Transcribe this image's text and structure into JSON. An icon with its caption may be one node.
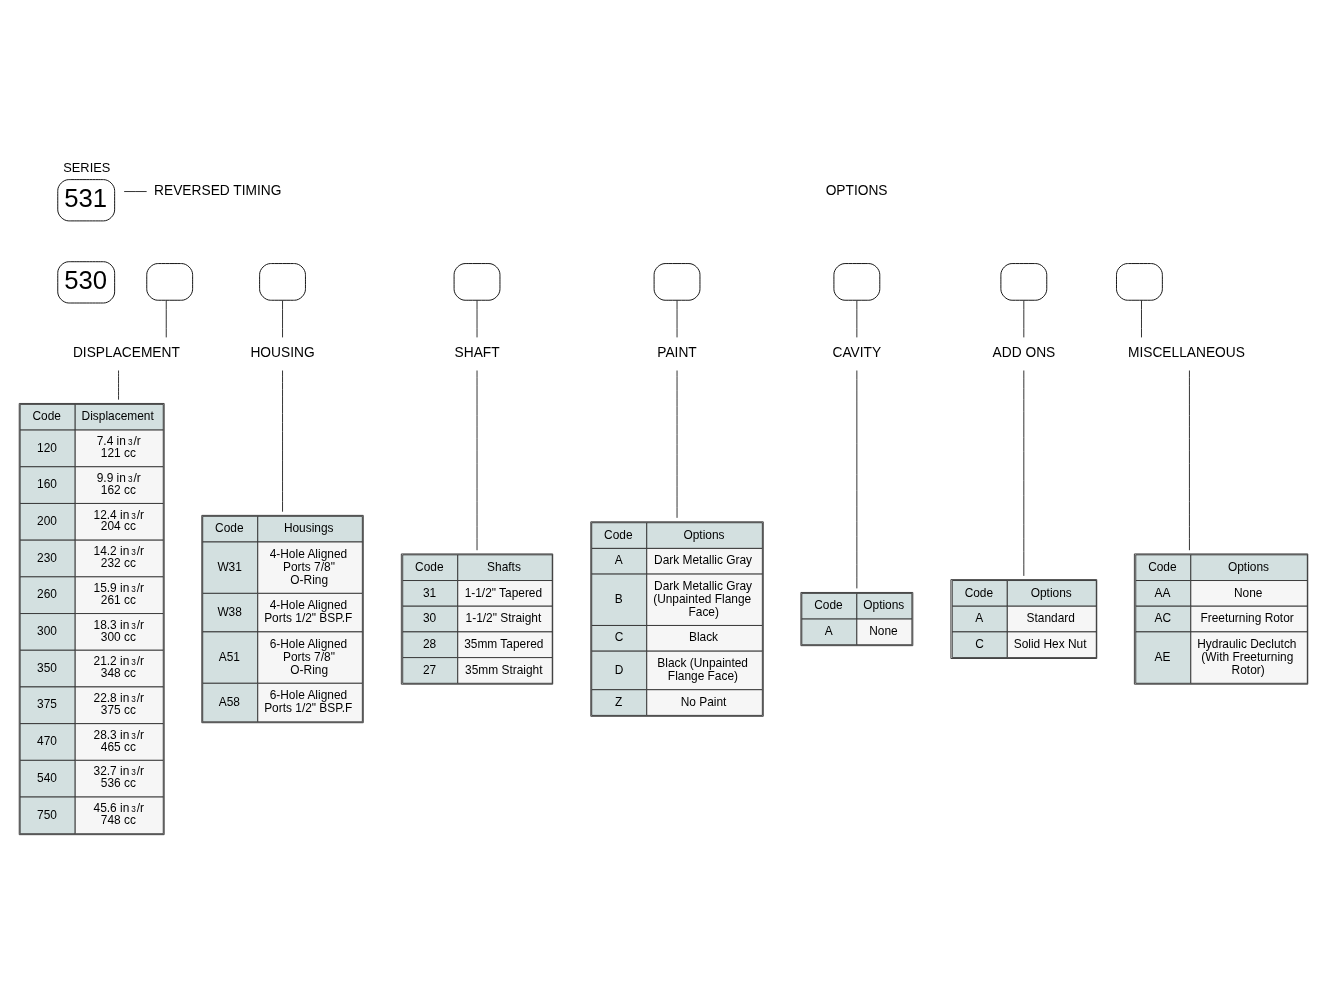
{
  "diagram": {
    "nodes": [
      {
        "text": [
          "531"
        ],
        "beside": [
          "SERIES"
        ]
      },
      {
        "text": [
          "REVERSED TIMING"
        ]
      },
      {
        "text": [
          "530"
        ]
      },
      {
        "text": [],
        "shape": "box"
      },
      {
        "text": [],
        "shape": "box"
      },
      {
        "text": [],
        "shape": "box"
      },
      {
        "text": [],
        "shape": "box"
      },
      {
        "text": [],
        "shape": "box"
      },
      {
        "text": [],
        "shape": "box"
      },
      {
        "text": [],
        "shape": "box"
      },
      {
        "text": [
          "DISPLACEMENT"
        ]
      },
      {
        "text": [
          "HOUSING"
        ]
      },
      {
        "text": [
          "SHAFT"
        ]
      },
      {
        "text": [
          "MISCELLANEOUS"
        ]
      },
      {
        "text": [
          "PAINT"
        ]
      },
      {
        "text": [
          "CAVITY"
        ]
      },
      {
        "text": [
          "ADD ONS"
        ]
      },
      {
        "text": [
          "Code",
          "Displacement",
          "120",
          "7.4 in$^{3}$/r 121 cc",
          "160",
          "9.9 in$^{3}$/r 162 cc",
          "200",
          "12.4 in$^{3}$/r 204 cc",
          "230",
          "14.2 in$^{3}$/r 232 cc",
          "260",
          "15.9 in$^{3}$/r 261 cc",
          "300",
          "18.3 in$^{3}$/r 300 cc",
          "350",
          "21.2 in$^{3}$/r 348 cc",
          "375",
          "22.8 in$^{3}$/r 375 cc",
          "470",
          "28.3 in$^{3}$/r 465 cc",
          "540",
          "32.7 in$^{3}$/r 536 cc",
          "750",
          "45.6 in$^{3}$/r 748 cc"
        ]
      },
      {
        "text": [
          "Code",
          "Housings",
          "W31",
          "4-Hole Aligned Ports 7/8\" O-Ring",
          "W38",
          "4-Hole Aligned Ports 1/2\" BSP.F",
          "A51",
          "6-Hole Aligned Ports 7/8\" O-Ring",
          "A58",
          "6-Hole Aligned Ports 1/2\" BSP.F"
        ]
      },
      {
        "text": [
          "Code",
          "Shafts",
          "31",
          "1-1/2\" Tapered",
          "30",
          "1-1/2\" Straight",
          "28",
          "35mm Tapered",
          "27",
          "35mm Straight"
        ]
      },
      {
        "text": [
          "Code",
          "Options",
          "AA",
          "None",
          "AC",
          "Freeturning Rotor",
          "AE",
          "Hydraulic Declutch (With Freeturning Rotor)"
        ]
      },
      {
        "text": [
          "Code",
          "Options",
          "A",
          "Dark Metallic Gray",
          "B",
          "Dark Metallic Gray (Unpainted Flange Face)",
          "C",
          "Black",
          "D",
          "Black (Unpainted Flange Face)",
          "Z",
          "No Paint"
        ]
      },
      {
        "text": [
          "Code",
          "Options",
          "A",
          "None"
        ]
      },
      {
        "text": [
          "Code",
          "Options",
          "A",
          "Standard",
          "C",
          "Solid Hex Nut"
        ]
      }
    ],
    "edges": [
      {
        "from": 0,
        "to": 1,
        "arrow": "none"
      },
      {
        "from": 3,
        "to": 10,
        "arrow": "none"
      },
      {
        "from": 4,
        "to": 11,
        "arrow": "none"
      },
      {
        "from": 5,
        "to": 12,
        "arrow": "none"
      },
      {
        "from": 6,
        "to": 14,
        "arrow": "none"
      },
      {
        "from": 7,
        "to": 15,
        "arrow": "none"
      },
      {
        "from": 8,
        "to": 16,
        "arrow": "none"
      },
      {
        "from": 9,
        "to": 13,
        "arrow": "none"
      },
      {
        "from": 10,
        "to": 17,
        "arrow": "none"
      },
      {
        "from": 11,
        "to": 18,
        "arrow": "none"
      },
      {
        "from": 12,
        "to": 19,
        "arrow": "none"
      },
      {
        "from": 13,
        "to": 20,
        "arrow": "none"
      },
      {
        "from": 14,
        "to": 21,
        "arrow": "none"
      },
      {
        "from": 15,
        "to": 22,
        "arrow": "none"
      },
      {
        "from": 16,
        "to": 23,
        "arrow": "none"
      }
    ],
    "labels": [
      "OPTIONS"
    ]
  }
}
